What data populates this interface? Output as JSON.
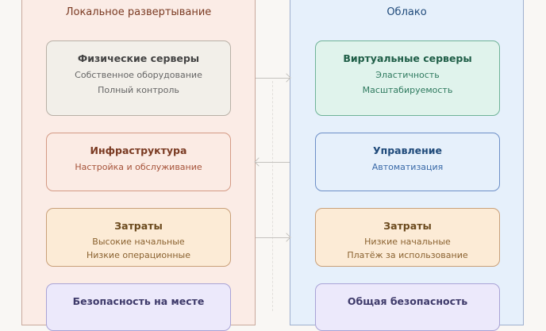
{
  "left": {
    "title": "Локальное развертывание",
    "boxes": [
      {
        "title": "Физические серверы",
        "lines": [
          "Собственное оборудование",
          "Полный контроль"
        ]
      },
      {
        "title": "Инфраструктура",
        "lines": [
          "Настройка и обслуживание"
        ]
      },
      {
        "title": "Затраты",
        "lines": [
          "Высокие начальные",
          "Низкие операционные"
        ]
      },
      {
        "title": "Безопасность на месте",
        "lines": []
      }
    ]
  },
  "right": {
    "title": "Облако",
    "boxes": [
      {
        "title": "Виртуальные серверы",
        "lines": [
          "Эластичность",
          "Масштабируемость"
        ]
      },
      {
        "title": "Управление",
        "lines": [
          "Автоматизация"
        ]
      },
      {
        "title": "Затраты",
        "lines": [
          "Низкие начальные",
          "Платёж за использование"
        ]
      },
      {
        "title": "Общая безопасность",
        "lines": []
      }
    ]
  }
}
